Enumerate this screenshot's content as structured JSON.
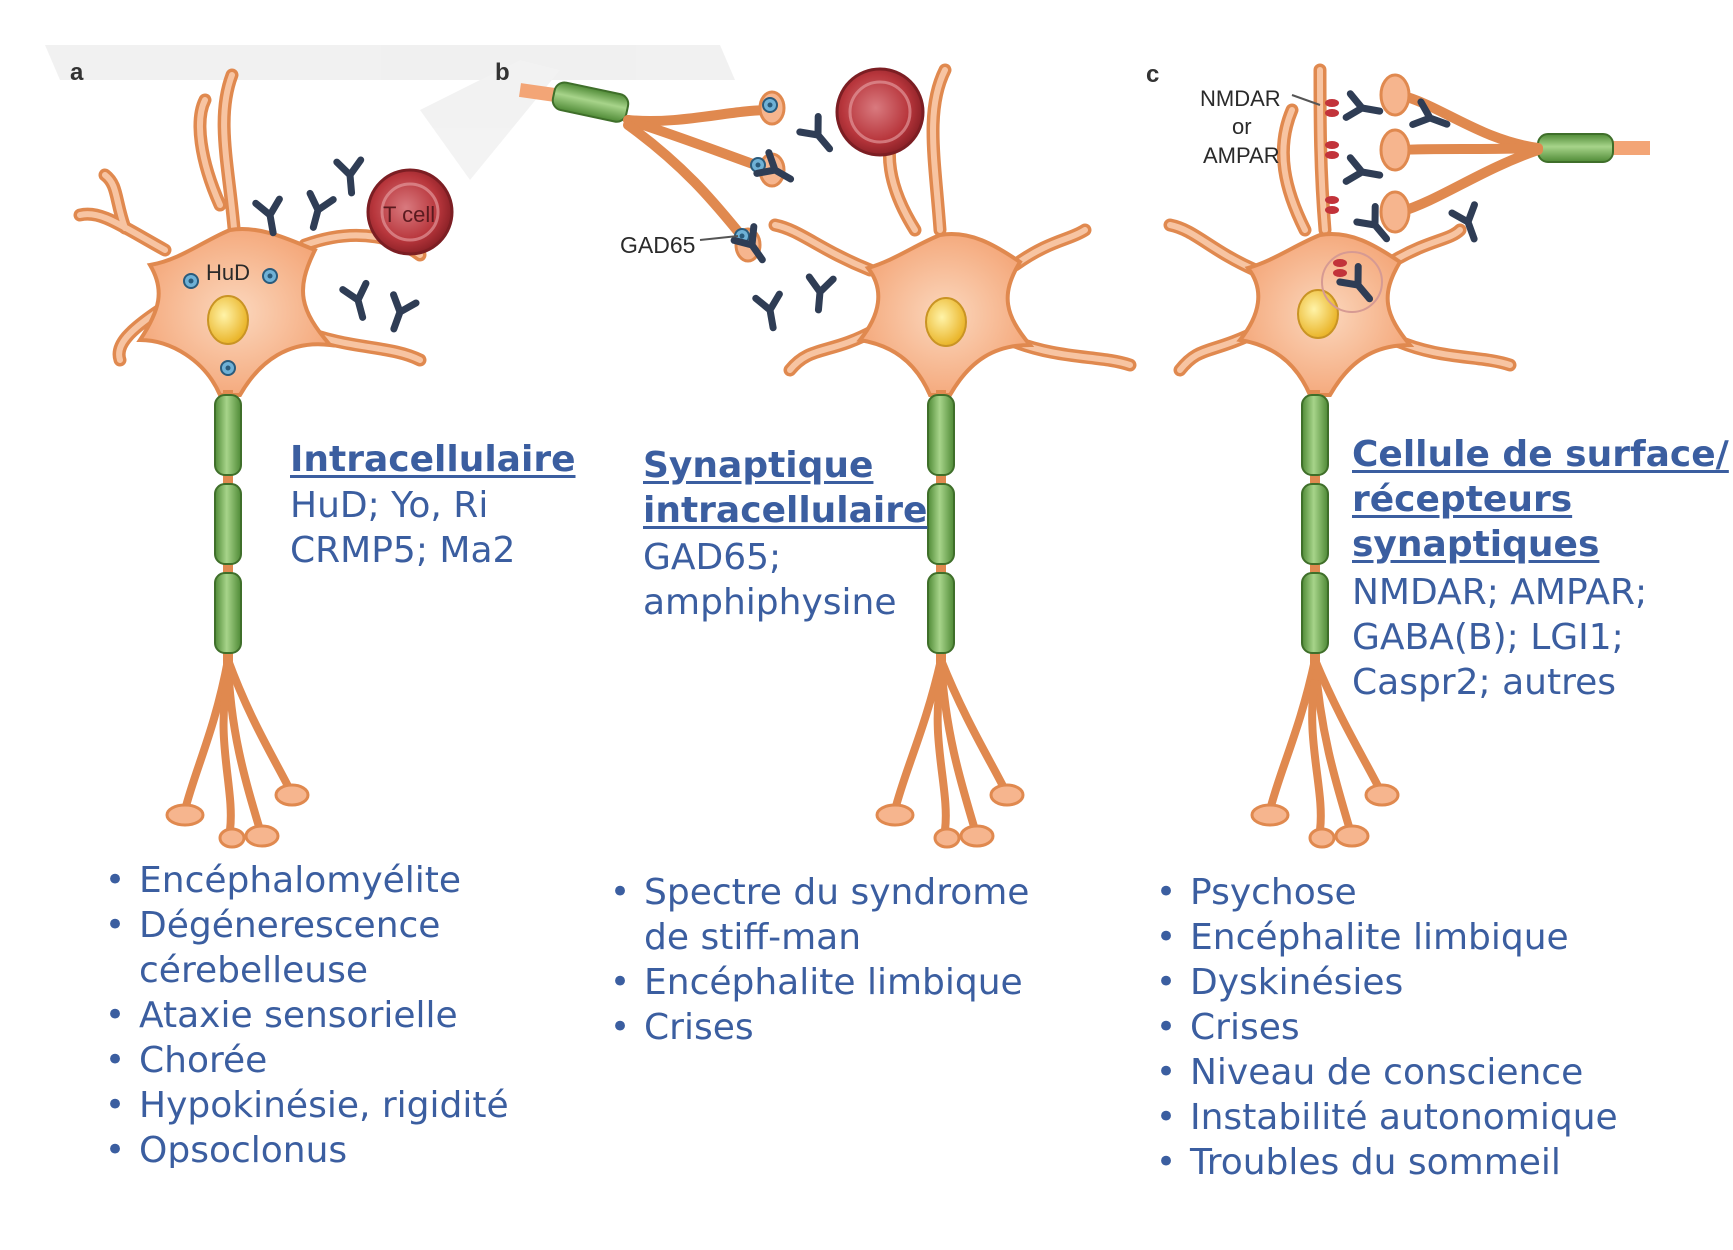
{
  "panels": [
    {
      "letter": "a",
      "title_lines": [
        "Intracellulaire"
      ],
      "antigens_lines": [
        "HuD; Yo, Ri",
        "CRMP5; Ma2"
      ],
      "bullets": [
        "Encéphalomyélite",
        "Dégénerescence cérebelleuse",
        "Ataxie sensorielle",
        "Chorée",
        "Hypokinésie, rigidité",
        "Opsoclonus"
      ],
      "labels": {
        "hud": "HuD",
        "tcell": "T cell"
      }
    },
    {
      "letter": "b",
      "title_lines": [
        "Synaptique",
        "intracellulaire"
      ],
      "antigens_lines": [
        "GAD65;",
        "amphiphysine"
      ],
      "bullets": [
        "Spectre du syndrome de stiff-man",
        "Encéphalite limbique",
        "Crises"
      ],
      "labels": {
        "gad65": "GAD65"
      }
    },
    {
      "letter": "c",
      "title_lines": [
        "Cellule de surface/",
        "récepteurs",
        "synaptiques"
      ],
      "antigens_lines": [
        "NMDAR; AMPAR;",
        "GABA(B); LGI1;",
        "Caspr2; autres"
      ],
      "bullets": [
        "Psychose",
        "Encéphalite limbique",
        "Dyskinésies",
        "Crises",
        "Niveau de conscience",
        "Instabilité autonomique",
        "Troubles du sommeil"
      ],
      "labels": {
        "nmdar": "NMDAR",
        "or": "or",
        "ampar": "AMPAR"
      }
    }
  ],
  "colors": {
    "neuron": "#f6b58e",
    "neuron_outline": "#e0894f",
    "myelin": "#6fa54e",
    "nucleus": "#f3c43a",
    "antibody": "#2f3d55",
    "tcell": "#c2444a",
    "text": "#3b5ea0"
  }
}
